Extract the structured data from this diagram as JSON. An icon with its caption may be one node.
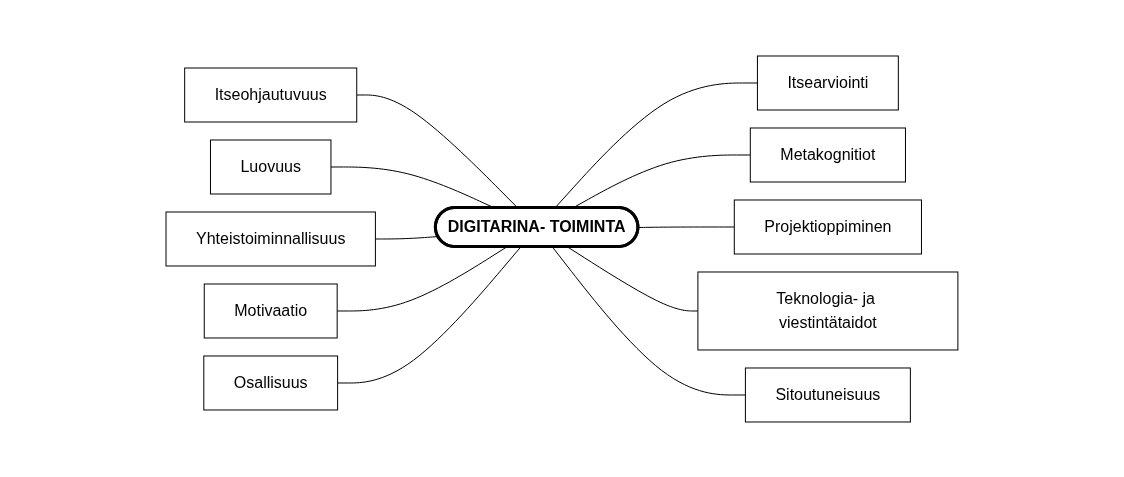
{
  "diagram": {
    "nodes": [
      {
        "text": [
          "Itseohjautuvuus"
        ]
      },
      {
        "text": [
          "Itsearviointi"
        ]
      },
      {
        "text": [
          "Luovuus"
        ]
      },
      {
        "text": [
          "Metakognitiot"
        ]
      },
      {
        "text": [
          "DIGITARINA- TOIMINTA"
        ]
      },
      {
        "text": [
          "Yhteistoiminnallisuus"
        ]
      },
      {
        "text": [
          "Projektioppiminen"
        ]
      },
      {
        "text": [
          "Motivaatio"
        ]
      },
      {
        "text": [
          "Teknologia- ja viestintätaidot"
        ]
      },
      {
        "text": [
          "Osallisuus"
        ]
      },
      {
        "text": [
          "Sitoutuneisuus"
        ]
      }
    ],
    "edges": [
      {
        "from": 0,
        "to": 4,
        "arrow": "none"
      },
      {
        "from": 4,
        "to": 1,
        "arrow": "none"
      },
      {
        "from": 2,
        "to": 4,
        "arrow": "none"
      },
      {
        "from": 4,
        "to": 3,
        "arrow": "none"
      },
      {
        "from": 5,
        "to": 4,
        "arrow": "none"
      },
      {
        "from": 4,
        "to": 6,
        "arrow": "none"
      },
      {
        "from": 7,
        "to": 4,
        "arrow": "none"
      },
      {
        "from": 4,
        "to": 8,
        "arrow": "none"
      },
      {
        "from": 9,
        "to": 4,
        "arrow": "none"
      },
      {
        "from": 4,
        "to": 10,
        "arrow": "none"
      }
    ]
  }
}
